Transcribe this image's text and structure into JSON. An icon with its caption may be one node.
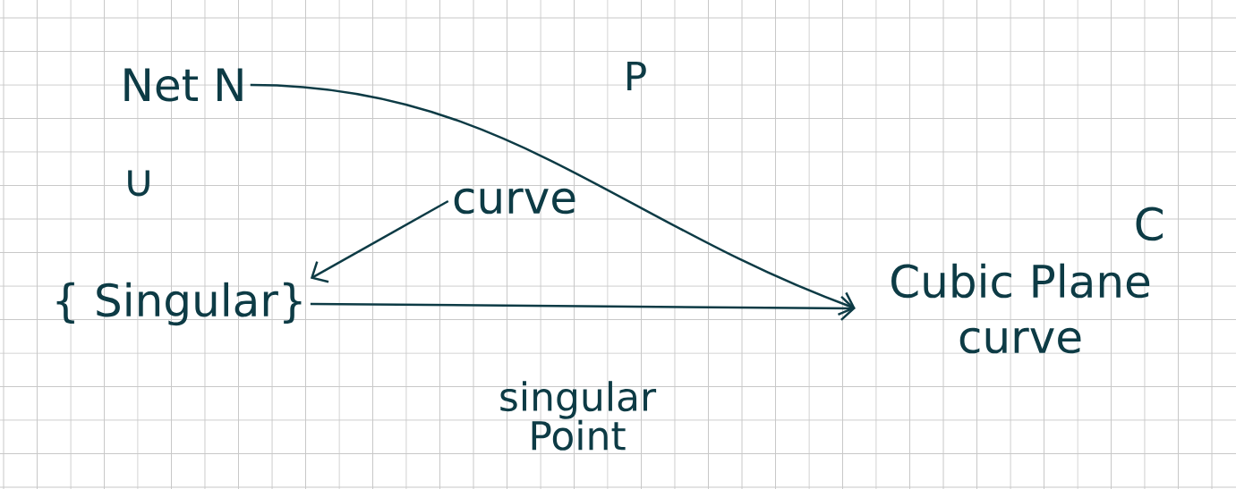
{
  "diagram": {
    "nodes": [
      {
        "text": [
          "Net N"
        ]
      },
      {
        "text": [
          "∪"
        ]
      },
      {
        "text": [
          "{ Singular}"
        ]
      },
      {
        "text": [
          "Cubic Plane curve"
        ],
        "beside": [
          "C"
        ]
      },
      {
        "text": [
          "curve"
        ]
      }
    ],
    "edges": [
      {
        "from": 0,
        "to": 3,
        "arrow": "to",
        "label": "P"
      },
      {
        "from": 4,
        "to": 2,
        "arrow": "to"
      },
      {
        "from": 2,
        "to": 3,
        "arrow": "to",
        "label": "singular Point"
      }
    ]
  }
}
